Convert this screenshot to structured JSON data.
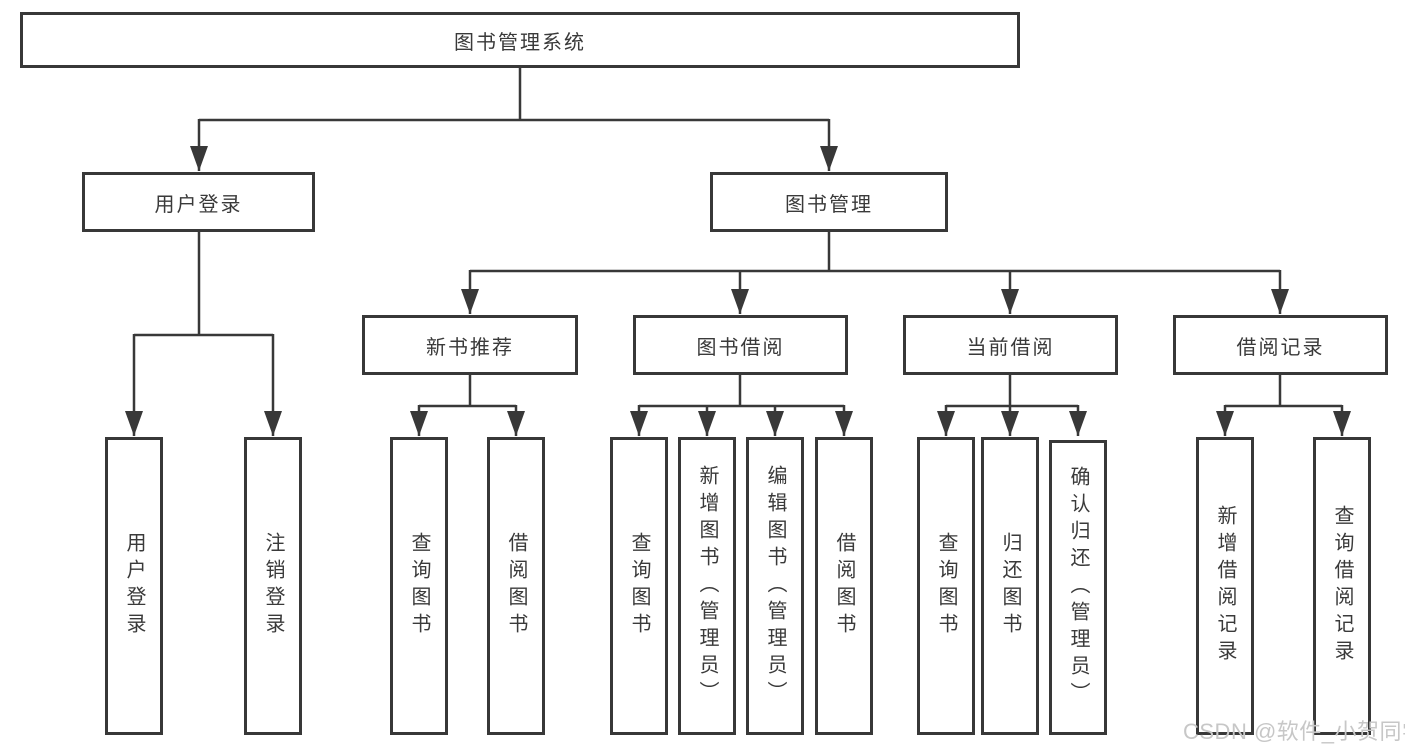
{
  "watermark": "CSDN @软件_小贺同学",
  "tree": {
    "label": "图书管理系统",
    "children": [
      {
        "label": "用户登录",
        "children": [
          {
            "label": "用户登录"
          },
          {
            "label": "注销登录"
          }
        ]
      },
      {
        "label": "图书管理",
        "children": [
          {
            "label": "新书推荐",
            "children": [
              {
                "label": "查询图书"
              },
              {
                "label": "借阅图书"
              }
            ]
          },
          {
            "label": "图书借阅",
            "children": [
              {
                "label": "查询图书"
              },
              {
                "label": "新增图书（管理员）"
              },
              {
                "label": "编辑图书（管理员）"
              },
              {
                "label": "借阅图书"
              }
            ]
          },
          {
            "label": "当前借阅",
            "children": [
              {
                "label": "查询图书"
              },
              {
                "label": "归还图书"
              },
              {
                "label": "确认归还（管理员）"
              }
            ]
          },
          {
            "label": "借阅记录",
            "children": [
              {
                "label": "新增借阅记录"
              },
              {
                "label": "查询借阅记录"
              }
            ]
          }
        ]
      }
    ]
  },
  "colors": {
    "line": "#383838",
    "text": "#3a3a3a",
    "background": "#ffffff",
    "watermark": "#c7c7c7"
  }
}
